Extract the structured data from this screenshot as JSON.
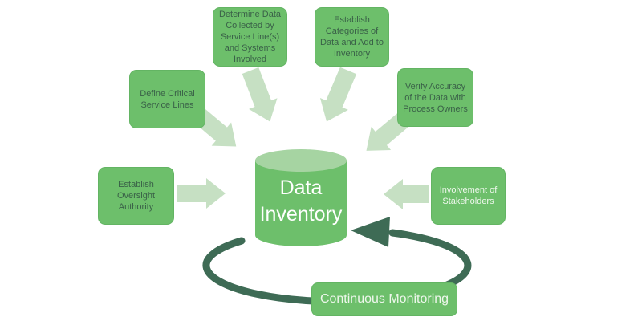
{
  "diagram": {
    "center_label": "Data Inventory",
    "steps": [
      {
        "label": "Determine Data Collected by Service Line(s) and Systems Involved"
      },
      {
        "label": "Establish Categories of Data and Add to Inventory"
      },
      {
        "label": "Define Critical Service Lines"
      },
      {
        "label": "Verify Accuracy of the Data with Process Owners"
      },
      {
        "label": "Establish Oversight Authority"
      },
      {
        "label": "Involvement of Stakeholders"
      }
    ],
    "cycle_label": "Continuous Monitoring",
    "colors": {
      "box_green": "#6dbf6b",
      "cylinder_top_green": "#a6d4a2",
      "light_arrow_green": "#c6e0c3",
      "dark_cycle_arrow_green": "#3e6b55",
      "box_text_dark_green": "#3a6148",
      "light_text": "#eef7ec",
      "center_text": "#ffffff"
    }
  }
}
